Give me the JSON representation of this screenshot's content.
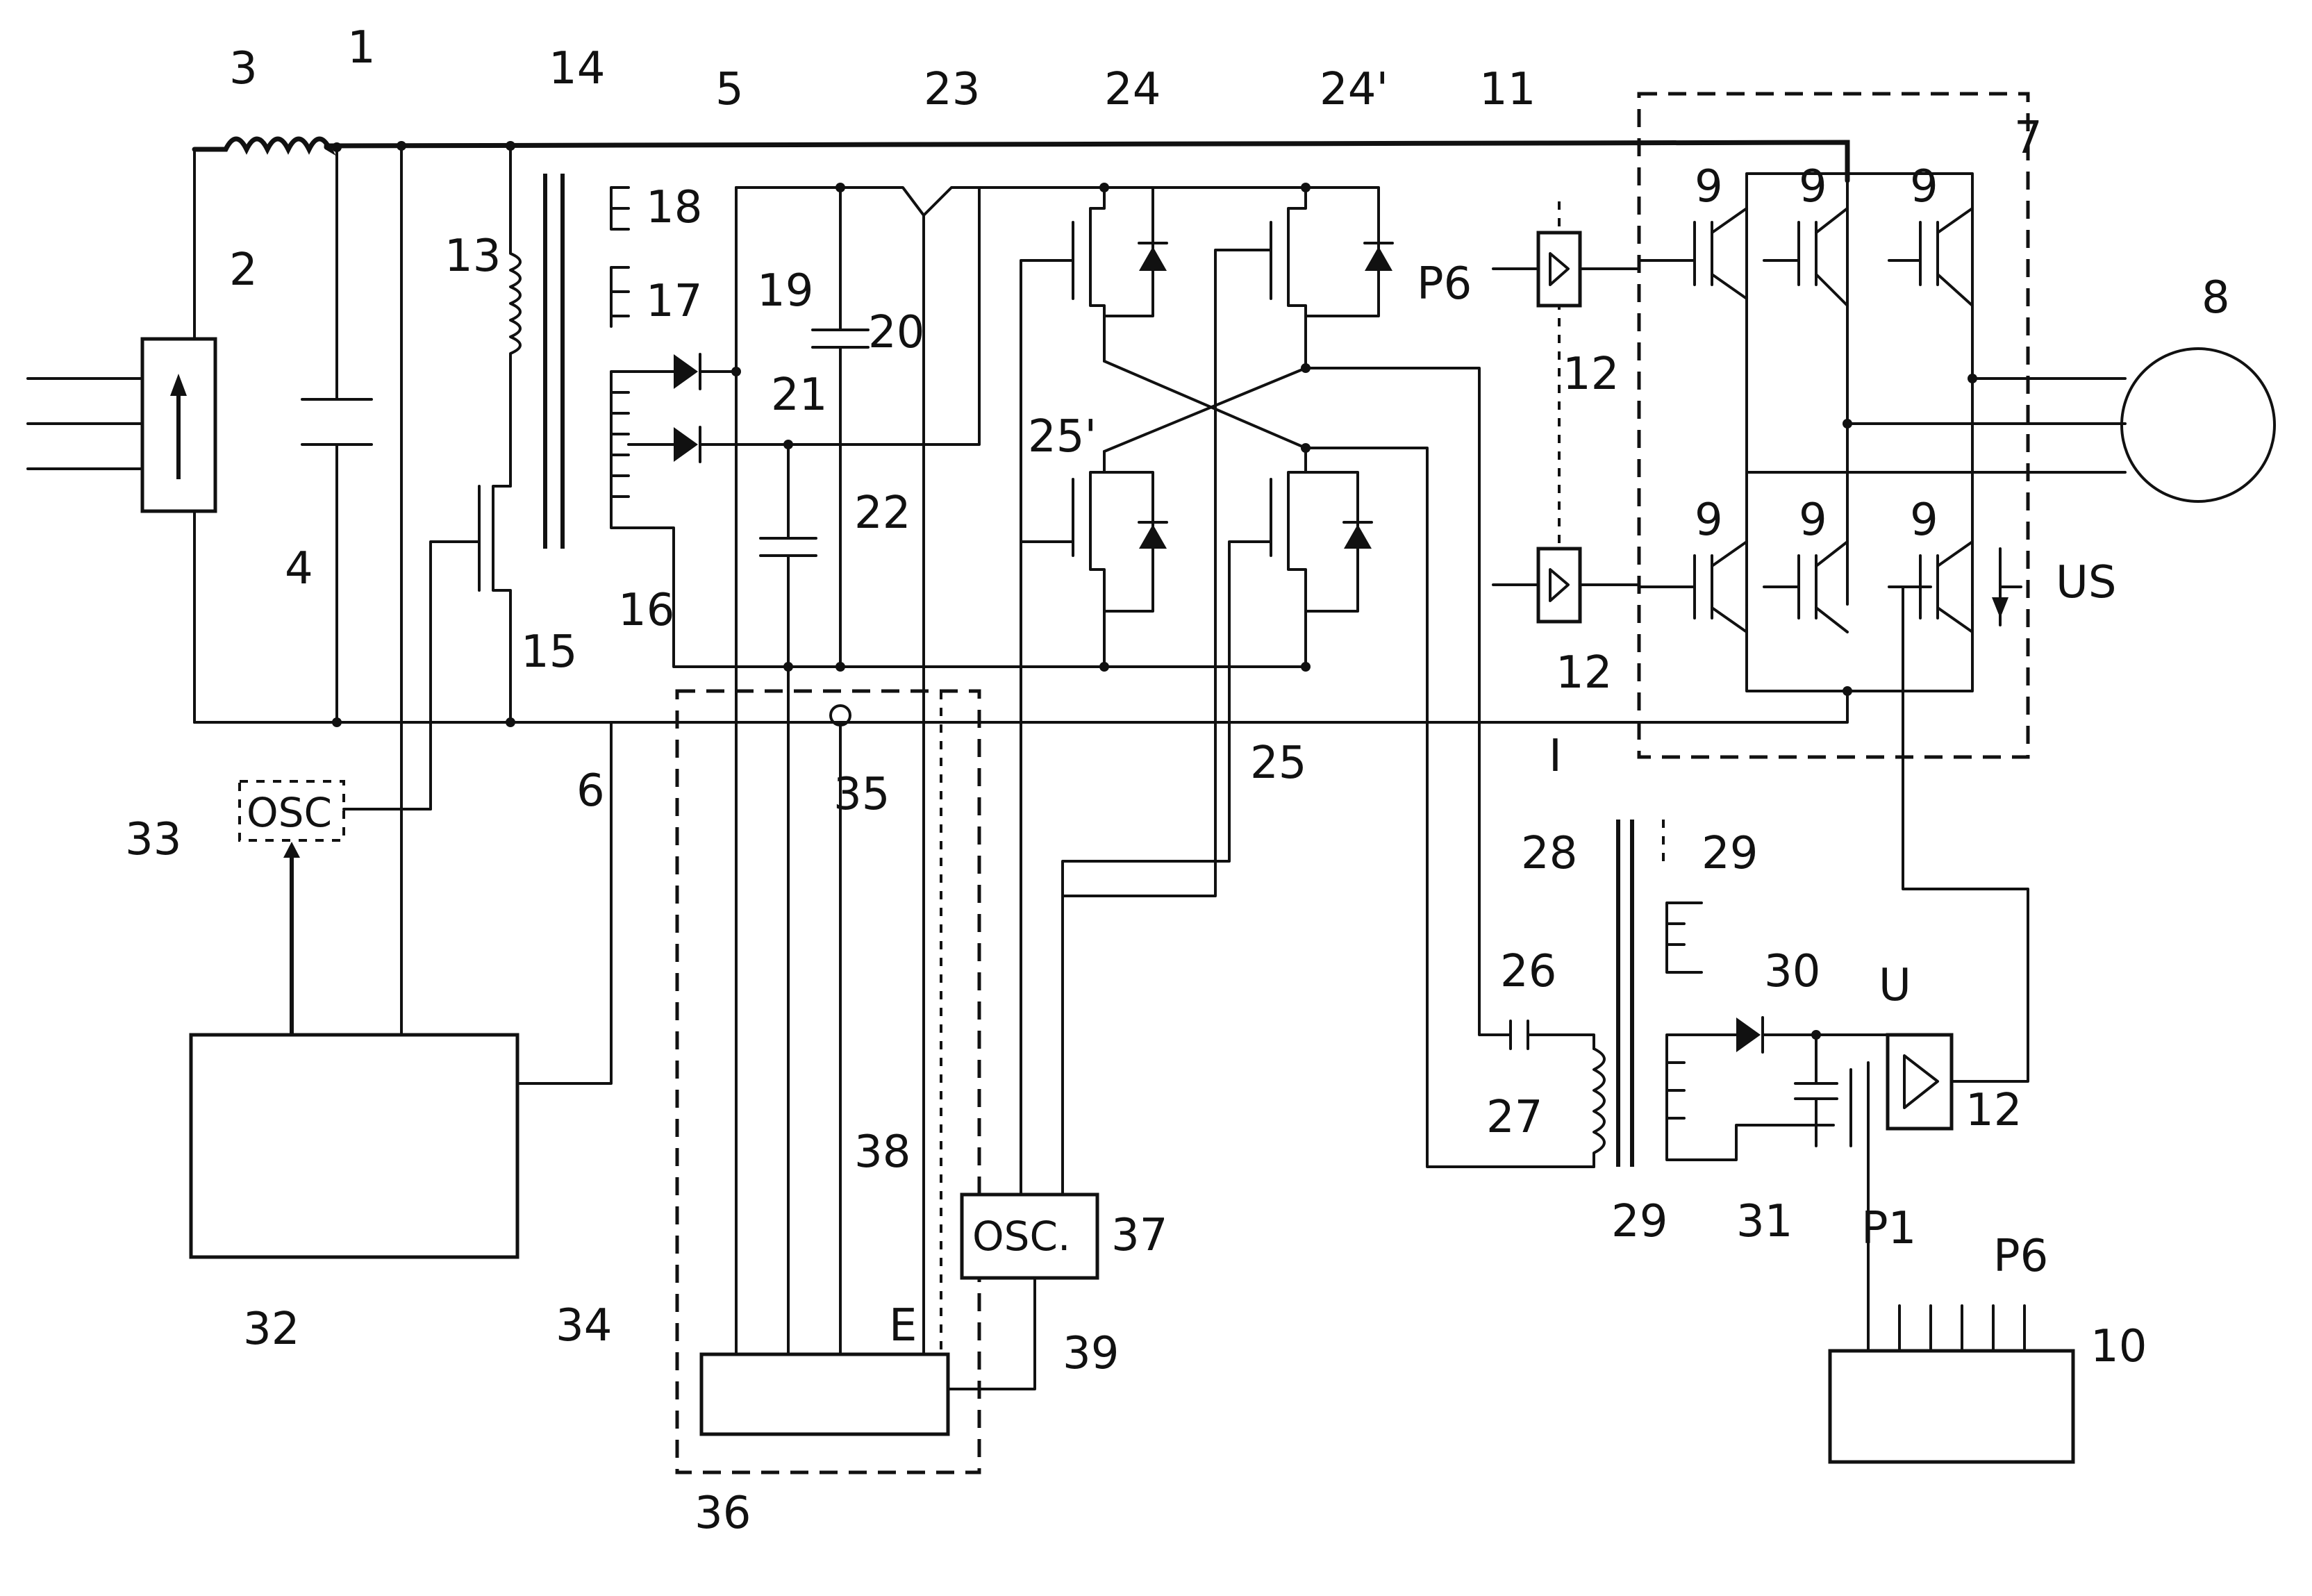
{
  "labels": {
    "l1": "1",
    "l2": "2",
    "l3": "3",
    "l4": "4",
    "l5": "5",
    "l6": "6",
    "l7": "7",
    "l8": "8",
    "l9a": "9",
    "l9b": "9",
    "l9c": "9",
    "l9d": "9",
    "l9e": "9",
    "l9f": "9",
    "l10": "10",
    "l11": "11",
    "l12a": "12",
    "l12b": "12",
    "l12c": "12",
    "l13": "13",
    "l14": "14",
    "l15": "15",
    "l16": "16",
    "l17": "17",
    "l18": "18",
    "l19": "19",
    "l20": "20",
    "l21": "21",
    "l22": "22",
    "l23": "23",
    "l24": "24",
    "l24p": "24'",
    "l25": "25",
    "l25p": "25'",
    "l26": "26",
    "l27": "27",
    "l28": "28",
    "l29a": "29",
    "l29b": "29",
    "l30": "30",
    "l31": "31",
    "l32": "32",
    "l33": "33",
    "l34": "34",
    "l35": "35",
    "l36": "36",
    "l37": "37",
    "l38": "38",
    "l39": "39",
    "p6": "P6",
    "p1": "P1",
    "p6b": "P6",
    "us": "US",
    "u": "U",
    "i": "I",
    "e": "E"
  },
  "osc_left": "OSC",
  "osc_right": "OSC."
}
